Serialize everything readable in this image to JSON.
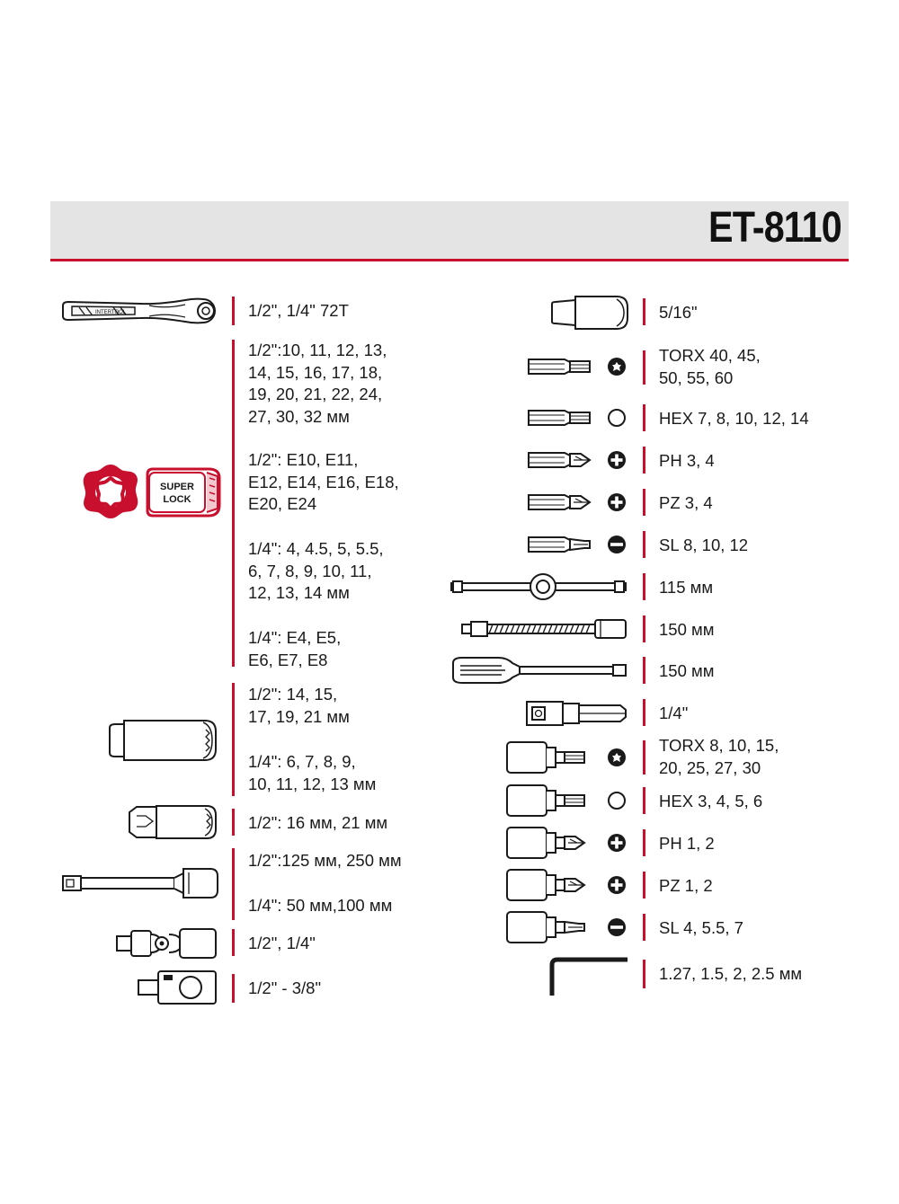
{
  "header": {
    "model": "ET-8110"
  },
  "colors": {
    "accent": "#c8102e",
    "band": "#e4e4e4",
    "ink": "#1a1a1a"
  },
  "left_column": [
    {
      "icon": "ratchet-icon",
      "lines": [
        "1/2\", 1/4\" 72T"
      ]
    },
    {
      "icon": "super-lock-socket-icon",
      "icon_text": [
        "SUPER",
        "LOCK"
      ],
      "groups": [
        [
          "1/2\":10, 11, 12, 13,",
          "14, 15, 16, 17, 18,",
          "19, 20, 21, 22, 24,",
          "27, 30, 32 мм"
        ],
        [
          "1/2\": E10, E11,",
          "E12, E14, E16, E18,",
          "E20, E24"
        ],
        [
          "1/4\": 4, 4.5, 5, 5.5,",
          "6, 7, 8, 9, 10, 11,",
          "12, 13, 14 мм"
        ],
        [
          "1/4\": E4, E5,",
          "E6, E7, E8"
        ]
      ]
    },
    {
      "icon": "deep-socket-icon",
      "groups": [
        [
          "1/2\": 14, 15,",
          "17, 19, 21 мм"
        ],
        [
          "1/4\": 6, 7, 8, 9,",
          "10, 11, 12, 13 мм"
        ]
      ]
    },
    {
      "icon": "spark-plug-socket-icon",
      "lines": [
        "1/2\": 16 мм, 21 мм"
      ]
    },
    {
      "icon": "extension-bar-icon",
      "groups": [
        [
          "1/2\":125 мм, 250 мм"
        ],
        [
          "1/4\": 50 мм,100 мм"
        ]
      ]
    },
    {
      "icon": "universal-joint-icon",
      "lines": [
        "1/2\", 1/4\""
      ]
    },
    {
      "icon": "adapter-icon",
      "lines": [
        "1/2\" - 3/8\""
      ]
    }
  ],
  "right_column": [
    {
      "icon": "bit-holder-socket-icon",
      "lines": [
        "5/16\""
      ]
    },
    {
      "icon": "torx-bit-icon",
      "lines": [
        "TORX 40, 45,",
        "50, 55, 60"
      ]
    },
    {
      "icon": "hex-bit-icon",
      "lines": [
        "HEX 7, 8, 10, 12, 14"
      ]
    },
    {
      "icon": "ph-bit-icon",
      "lines": [
        "PH 3, 4"
      ]
    },
    {
      "icon": "pz-bit-icon",
      "lines": [
        "PZ 3, 4"
      ]
    },
    {
      "icon": "sl-bit-icon",
      "lines": [
        "SL 8, 10, 12"
      ]
    },
    {
      "icon": "sliding-t-bar-icon",
      "lines": [
        "115 мм"
      ]
    },
    {
      "icon": "flexible-extension-icon",
      "lines": [
        "150 мм"
      ]
    },
    {
      "icon": "screwdriver-handle-icon",
      "lines": [
        "150 мм"
      ]
    },
    {
      "icon": "bit-adapter-icon",
      "lines": [
        "1/4\""
      ]
    },
    {
      "icon": "torx-bit-socket-icon",
      "lines": [
        "TORX 8, 10, 15,",
        "20, 25, 27, 30"
      ]
    },
    {
      "icon": "hex-bit-socket-icon",
      "lines": [
        "HEX 3, 4, 5, 6"
      ]
    },
    {
      "icon": "ph-bit-socket-icon",
      "lines": [
        "PH 1, 2"
      ]
    },
    {
      "icon": "pz-bit-socket-icon",
      "lines": [
        "PZ 1, 2"
      ]
    },
    {
      "icon": "sl-bit-socket-icon",
      "lines": [
        "SL 4, 5.5, 7"
      ]
    },
    {
      "icon": "hex-key-icon",
      "lines": [
        "1.27, 1.5, 2, 2.5 мм"
      ]
    }
  ]
}
